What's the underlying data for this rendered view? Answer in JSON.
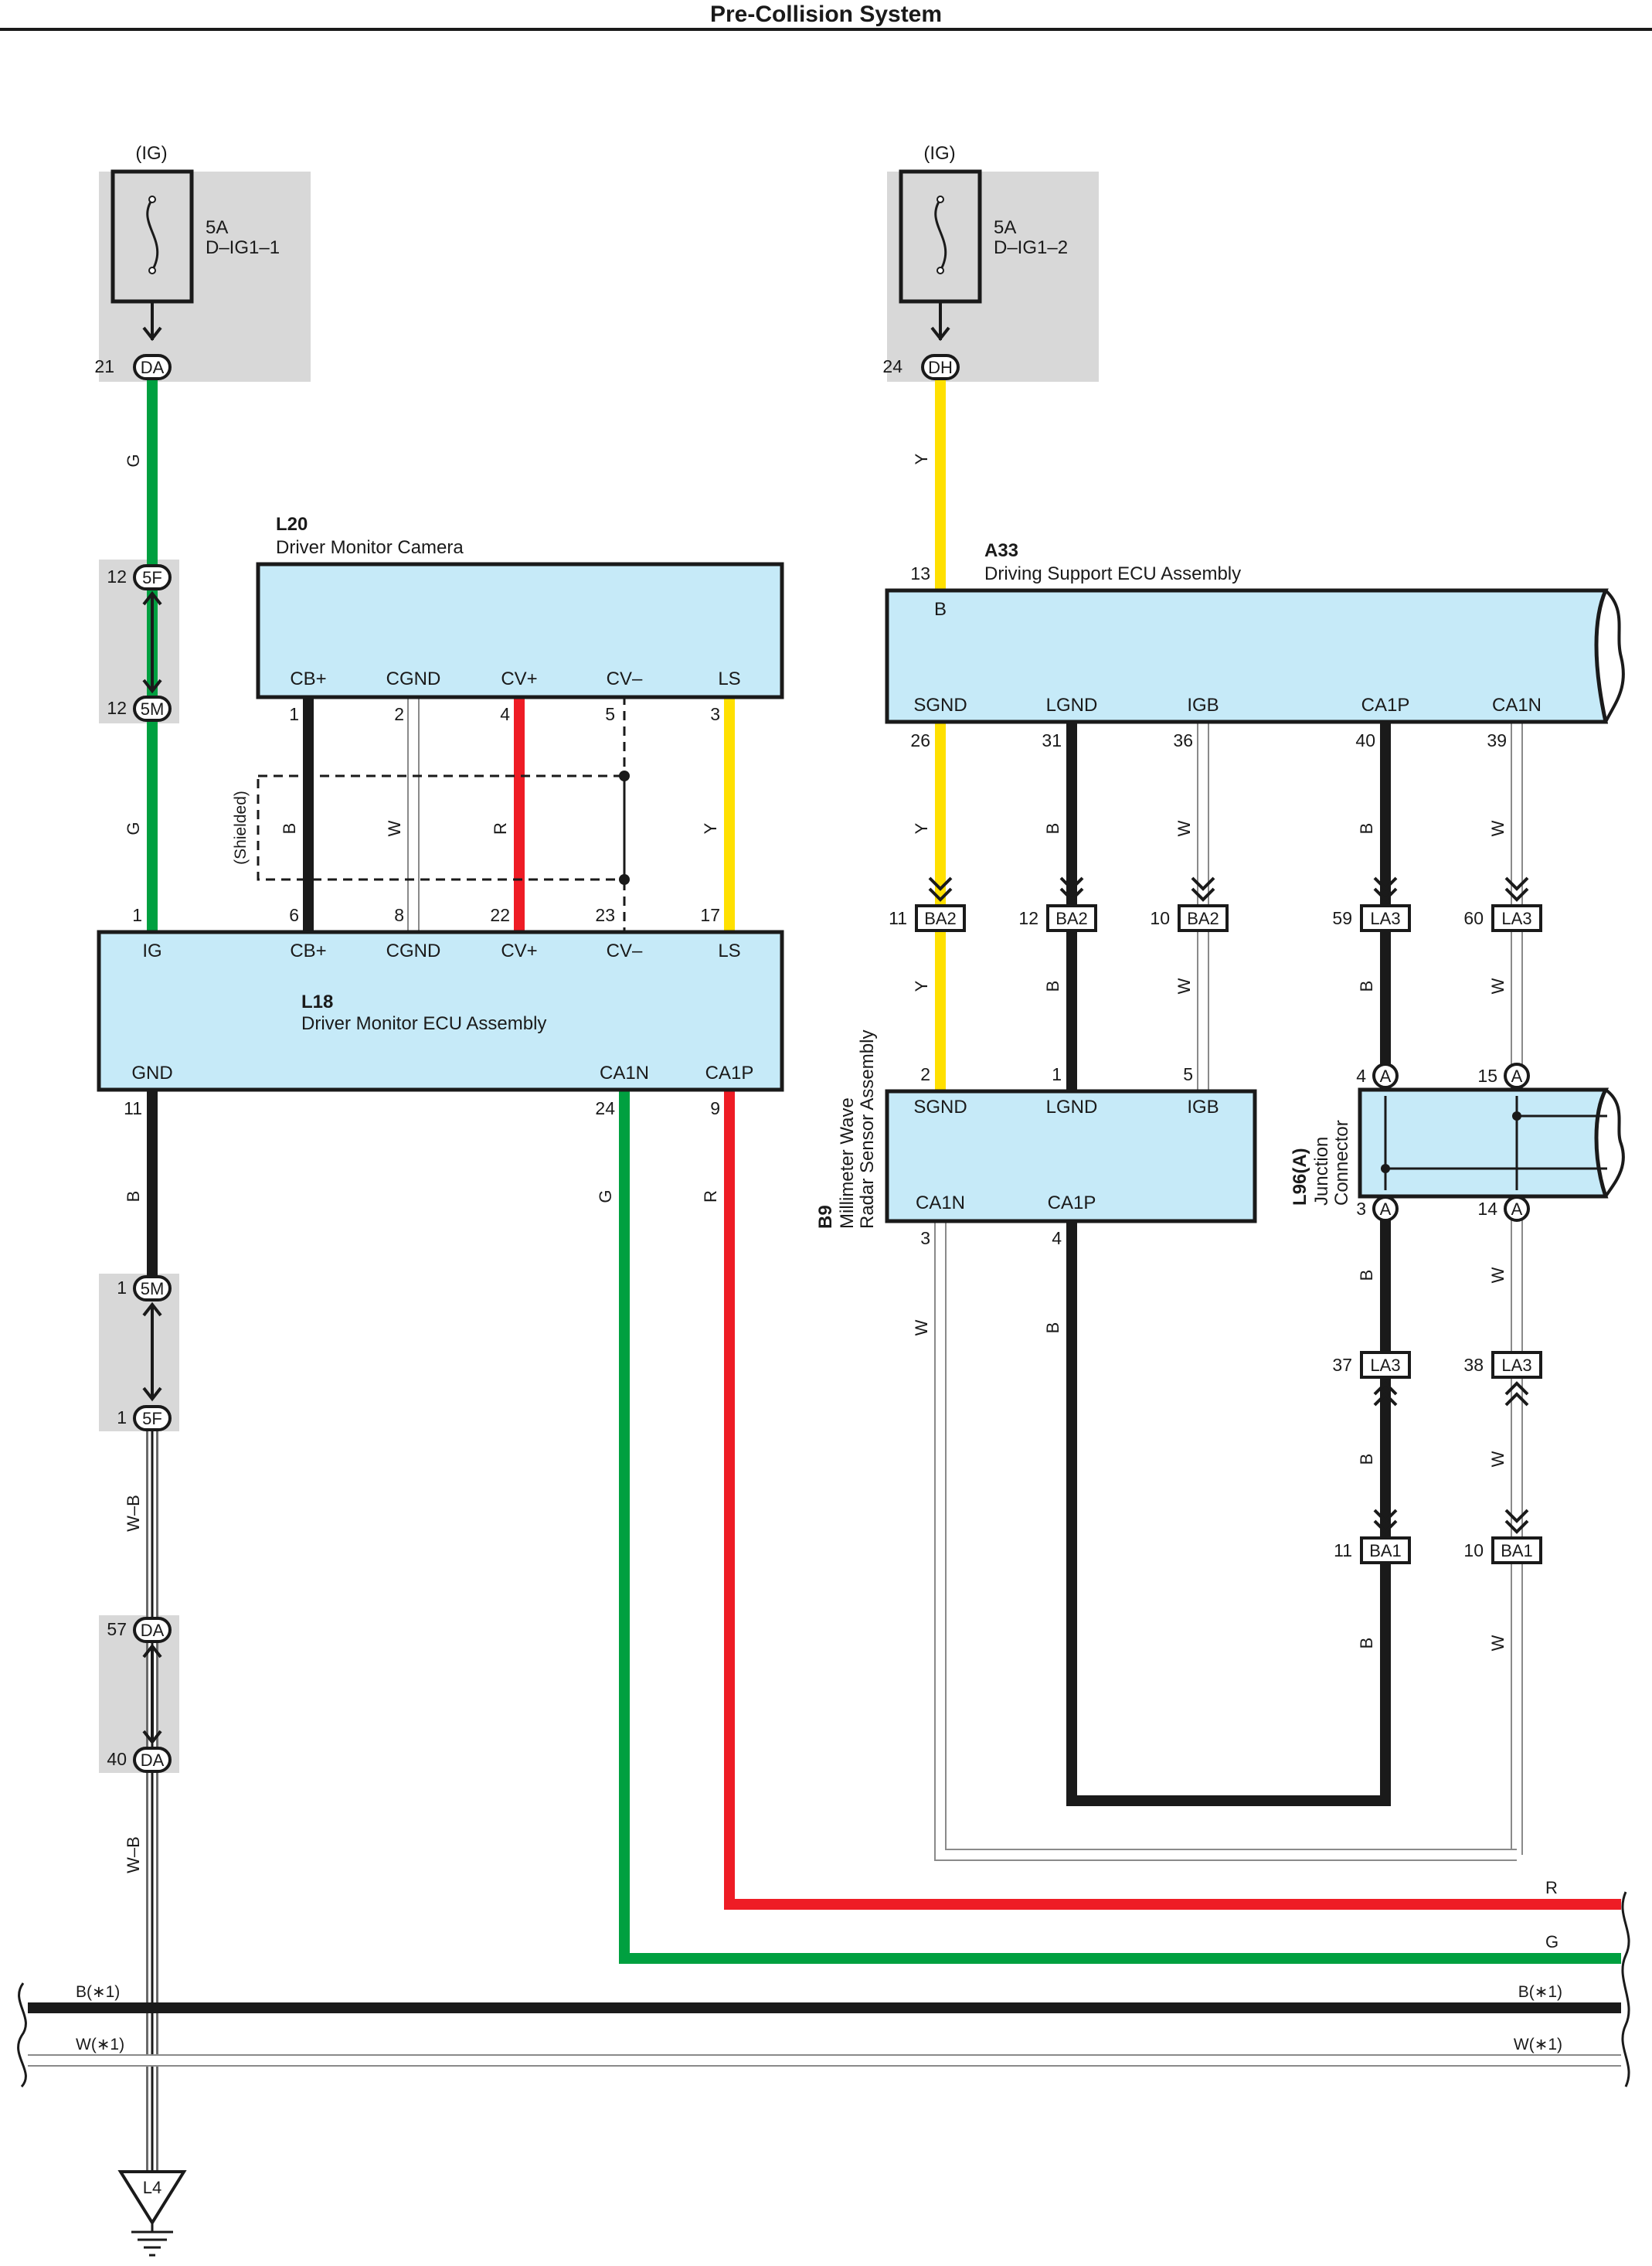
{
  "title": "Pre-Collision System",
  "colors": {
    "green": "#00a040",
    "yellow": "#ffe000",
    "red": "#ee1c25",
    "black": "#1a1a1a",
    "white": "#ffffff",
    "box_fill": "#c6eaf8",
    "shade": "#d8d8d8"
  },
  "fuses": [
    {
      "ig": "(IG)",
      "amp": "5A",
      "name": "D–IG1–1",
      "pin": "21",
      "conn": "DA"
    },
    {
      "ig": "(IG)",
      "amp": "5A",
      "name": "D–IG1–2",
      "pin": "24",
      "conn": "DH"
    }
  ],
  "l20": {
    "code": "L20",
    "name": "Driver Monitor Camera",
    "terminals": [
      "CB+",
      "CGND",
      "CV+",
      "CV–",
      "LS"
    ],
    "pins": [
      "1",
      "2",
      "4",
      "5",
      "3"
    ]
  },
  "l18": {
    "code": "L18",
    "name": "Driver Monitor ECU Assembly",
    "top_terminals": [
      "IG",
      "CB+",
      "CGND",
      "CV+",
      "CV–",
      "LS"
    ],
    "top_pins": [
      "1",
      "6",
      "8",
      "22",
      "23",
      "17"
    ],
    "bottom_terminals": [
      "GND",
      "CA1N",
      "CA1P"
    ],
    "bottom_pins": [
      "11",
      "24",
      "9"
    ]
  },
  "shielded": "(Shielded)",
  "a33": {
    "code": "A33",
    "name": "Driving Support ECU Assembly",
    "top_terminal": "B",
    "top_pin": "13",
    "terminals": [
      "SGND",
      "LGND",
      "IGB",
      "CA1P",
      "CA1N"
    ],
    "pins": [
      "26",
      "31",
      "36",
      "40",
      "39"
    ]
  },
  "b9": {
    "code": "B9",
    "name1": "Millimeter Wave",
    "name2": "Radar Sensor Assembly",
    "top_terminals": [
      "SGND",
      "LGND",
      "IGB"
    ],
    "top_pins": [
      "2",
      "1",
      "5"
    ],
    "bottom_terminals": [
      "CA1N",
      "CA1P"
    ],
    "bottom_pins": [
      "3",
      "4"
    ]
  },
  "l96": {
    "code": "L96(A)",
    "name1": "Junction",
    "name2": "Connector",
    "pins_top": [
      "4",
      "15"
    ],
    "pins_bottom": [
      "3",
      "14"
    ],
    "conn": "A"
  },
  "left_splices": [
    {
      "top_pin": "12",
      "top_conn": "5F",
      "bottom_pin": "12",
      "bottom_conn": "5M"
    },
    {
      "top_pin": "1",
      "top_conn": "5M",
      "bottom_pin": "1",
      "bottom_conn": "5F"
    },
    {
      "top_pin": "57",
      "top_conn": "DA",
      "bottom_pin": "40",
      "bottom_conn": "DA"
    }
  ],
  "connectors": {
    "ba2_pins": [
      "11",
      "12",
      "10"
    ],
    "ba2": "BA2",
    "la3_pins": [
      "59",
      "60"
    ],
    "la3": "LA3",
    "la3b_pins": [
      "37",
      "38"
    ],
    "ba1_pins": [
      "11",
      "10"
    ],
    "ba1": "BA1"
  },
  "wire_labels": {
    "g": "G",
    "y": "Y",
    "b": "B",
    "w": "W",
    "r": "R",
    "wb": "W–B"
  },
  "bus": {
    "b": "B(∗1)",
    "w": "W(∗1)"
  },
  "ground": "L4"
}
